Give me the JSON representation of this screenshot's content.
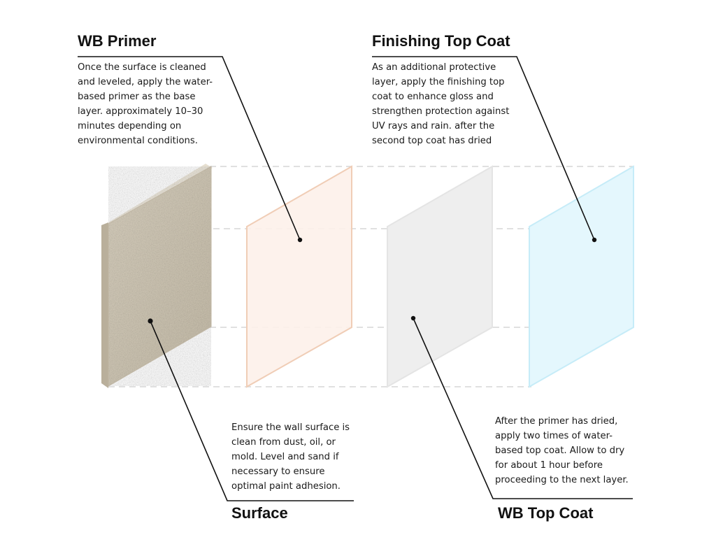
{
  "layers": [
    {
      "id": "primer",
      "title": "WB Primer",
      "lines": [
        "Once the surface is cleaned",
        "and leveled, apply the water-",
        "based primer as the base",
        "layer. approximately 10–30",
        "minutes depending on",
        "environmental conditions."
      ],
      "color": "#f1c8b2"
    },
    {
      "id": "finish",
      "title": "Finishing Top Coat",
      "lines": [
        "As an additional protective",
        "layer, apply the finishing top",
        "coat to enhance gloss and",
        "strengthen protection against",
        "UV rays and rain. after the",
        "second top coat has dried"
      ],
      "color": "#bfe9f6"
    },
    {
      "id": "surface",
      "title": "Surface",
      "lines": [
        "Ensure the wall surface is",
        "clean from dust, oil, or",
        "mold. Level and sand if",
        "necessary to ensure",
        "optimal paint adhesion."
      ],
      "color": "#cfc6b4"
    },
    {
      "id": "topcoat",
      "title": "WB Top Coat",
      "lines": [
        "After the primer has dried,",
        "apply two times of water-",
        "based top coat. Allow to dry",
        "for about 1 hour before",
        "proceeding to the next layer."
      ],
      "color": "#e0e0e0"
    }
  ]
}
